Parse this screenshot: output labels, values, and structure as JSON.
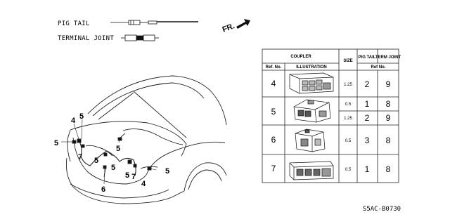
{
  "legend": {
    "pig_tail": "PIG TAIL",
    "terminal_joint": "TERMINAL JOINT"
  },
  "direction_label": "FR.",
  "table": {
    "headers": {
      "coupler": "COUPLER",
      "ref_no": "Ref. No.",
      "illustration": "ILLUSTRATION",
      "size": "SIZE",
      "pig_tail": "PIG TAIL",
      "term_joint": "TERM JOINT",
      "ref_no_sub": "Ref No."
    },
    "rows": [
      {
        "ref": "4",
        "size": "1.25",
        "pig_tail": "2",
        "term_joint": "9"
      },
      {
        "ref": "5",
        "size": "0.5",
        "pig_tail": "1",
        "term_joint": "8"
      },
      {
        "ref": "",
        "size": "1.25",
        "pig_tail": "2",
        "term_joint": "9"
      },
      {
        "ref": "6",
        "size": "0.5",
        "pig_tail": "3",
        "term_joint": "8"
      },
      {
        "ref": "7",
        "size": "0.5",
        "pig_tail": "1",
        "term_joint": "8"
      }
    ]
  },
  "callouts": [
    {
      "label": "4"
    },
    {
      "label": "5"
    },
    {
      "label": "5"
    },
    {
      "label": "7"
    },
    {
      "label": "5"
    },
    {
      "label": "5"
    },
    {
      "label": "5"
    },
    {
      "label": "6"
    },
    {
      "label": "5"
    },
    {
      "label": "7"
    },
    {
      "label": "5"
    },
    {
      "label": "4"
    }
  ],
  "diagram_code": "S5AC-B0730"
}
